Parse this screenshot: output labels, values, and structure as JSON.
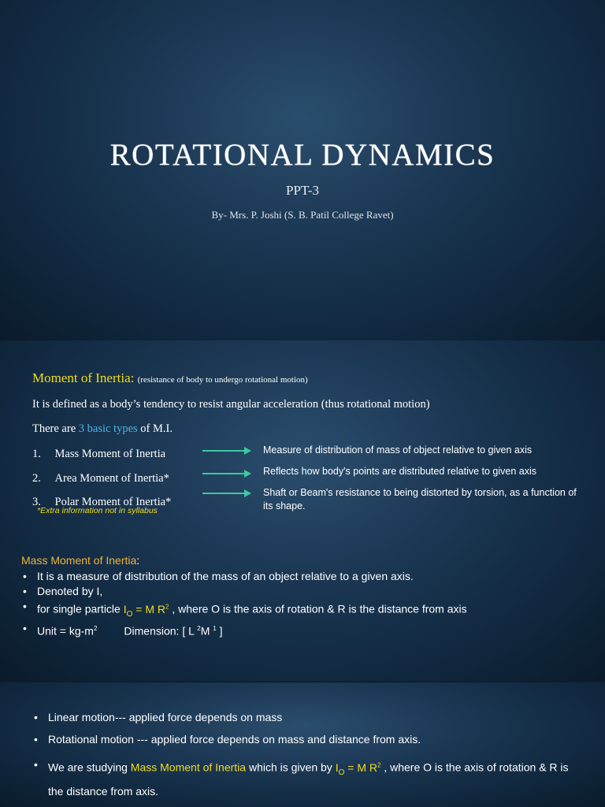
{
  "slide1": {
    "title": "ROTATIONAL DYNAMICS",
    "subtitle": "PPT-3",
    "byline": "By- Mrs. P. Joshi (S. B. Patil College Ravet)"
  },
  "slide2": {
    "heading": "Moment of Inertia:",
    "heading_note": "(resistance of body to undergo rotational motion)",
    "definition": "It is defined as a body’s tendency to resist angular acceleration (thus rotational motion)",
    "types_prefix": "There are ",
    "types_highlight": "3 basic types",
    "types_suffix": " of M.I.",
    "items": [
      {
        "num": "1.",
        "label": "Mass Moment of Inertia",
        "desc": "Measure of distribution of mass of object relative to given axis"
      },
      {
        "num": "2.",
        "label": "Area Moment of Inertia*",
        "desc": "Reflects how body's points are distributed relative to given axis"
      },
      {
        "num": "3.",
        "label": "Polar Moment of Inertia*",
        "desc": "Shaft or Beam's resistance to being distorted by torsion, as a function of its shape."
      }
    ],
    "footnote": "*Extra information not in syllabus",
    "mmi_heading": "Mass Moment of Inertia",
    "mmi_colon": ":",
    "bullet1": "It is a measure of distribution of the mass of an object relative to a given axis.",
    "bullet2": "Denoted by I,",
    "bullet3_prefix": "for single particle ",
    "formula_I": "I",
    "formula_sub": "O",
    "formula_eq": " = M R",
    "formula_sup": "2",
    "bullet3_suffix": " , where O is the axis of rotation & R is the distance from axis",
    "unit_text": "Unit = kg-m",
    "unit_sup": "2",
    "dimension_label": "Dimension: [ L ",
    "dim_sup_L": "2",
    "dim_M": "M ",
    "dim_sup_M": "1",
    "dim_close": " ]"
  },
  "slide3": {
    "bullet1": "Linear motion---  applied force depends on mass",
    "bullet2": "Rotational motion --- applied force depends on mass and distance from axis.",
    "bullet3_prefix": "We are studying ",
    "bullet3_highlight": "Mass Moment of Inertia",
    "bullet3_mid": " which is given by ",
    "formula_I": "I",
    "formula_sub": "O",
    "formula_eq": " = M R",
    "formula_sup": "2",
    "bullet3_suffix": " , where O is the axis of rotation & R is the distance from axis."
  },
  "colors": {
    "background": "#1b3753",
    "highlight_yellow": "#f2dc1e",
    "highlight_orange": "#f0b23c",
    "highlight_blue": "#4fb3e3",
    "arrow": "#3fc7a0"
  }
}
